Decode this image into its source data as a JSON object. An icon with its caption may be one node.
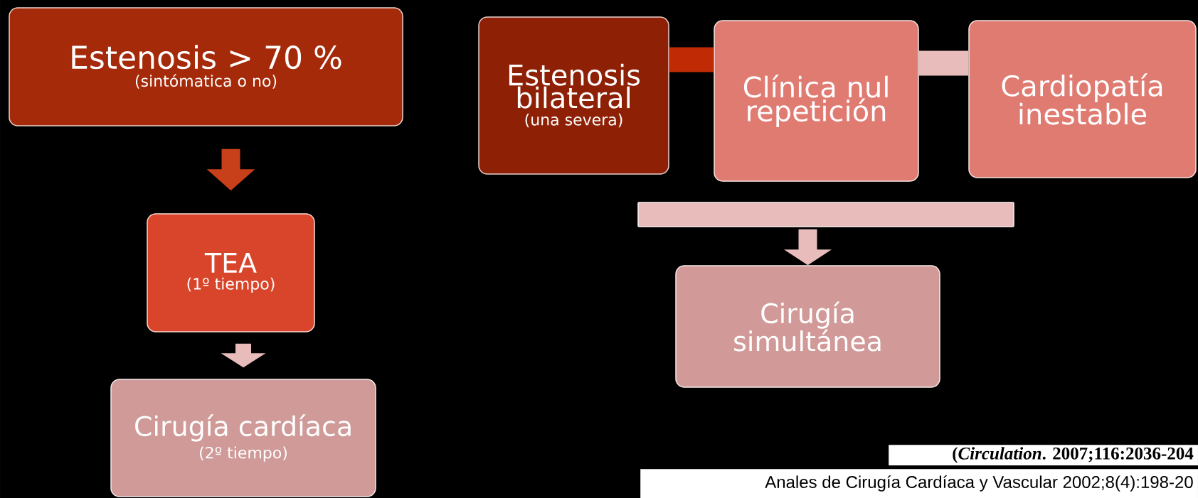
{
  "diagram": {
    "nodes": [
      {
        "text": [
          "Estenosis > 70 %",
          "(sintómatica o no)"
        ]
      },
      {
        "text": [
          "TEA",
          "(1º tiempo)"
        ]
      },
      {
        "text": [
          "Cirugía cardíaca",
          "(2º tiempo)"
        ]
      },
      {
        "text": [
          "Estenosis bilateral",
          "(una severa)"
        ]
      },
      {
        "text": [
          "Clínica nul repetición"
        ]
      },
      {
        "text": [
          "Cardiopatía inestable"
        ]
      },
      {
        "text": [],
        "shape": "bar"
      },
      {
        "text": [
          "Cirugía simultánea"
        ]
      }
    ],
    "edges": [
      {
        "from": 0,
        "to": 1,
        "arrow": "to",
        "color": "#c8401a"
      },
      {
        "from": 1,
        "to": 2,
        "arrow": "to",
        "color": "#e8bcbb"
      },
      {
        "from": 3,
        "to": 4,
        "arrow": "none",
        "color": "#c02a05"
      },
      {
        "from": 4,
        "to": 5,
        "arrow": "none",
        "color": "#e8bcbb"
      },
      {
        "from": 6,
        "to": 7,
        "arrow": "to",
        "color": "#e8bcbb"
      }
    ],
    "labels": [
      "(*Circulation*. 2007;116:2036-204",
      "Anales de Cirugía Cardíaca y Vascular 2002;8(4):198-20"
    ]
  }
}
